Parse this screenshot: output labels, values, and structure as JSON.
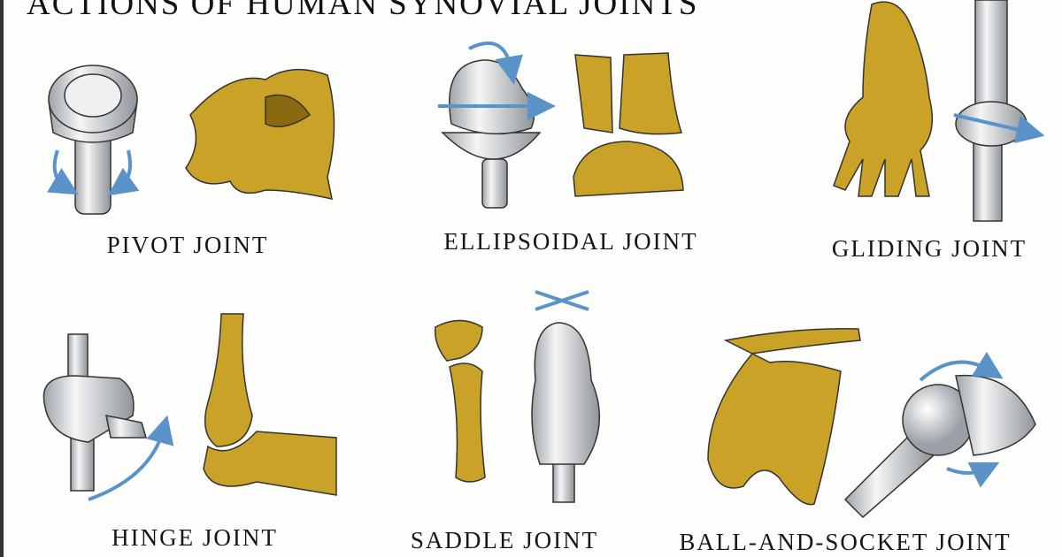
{
  "title": "ACTIONS OF HUMAN SYNOVIAL JOINTS",
  "joints": [
    {
      "label": "PIVOT JOINT"
    },
    {
      "label": "ELLIPSOIDAL JOINT"
    },
    {
      "label": "GLIDING JOINT"
    },
    {
      "label": "HINGE JOINT"
    },
    {
      "label": "SADDLE JOINT"
    },
    {
      "label": "BALL-AND-SOCKET JOINT"
    }
  ],
  "colors": {
    "bone": "#c9a227",
    "bone_shadow": "#8a6a10",
    "model": "#e4e6e8",
    "arrow": "#5b93c9"
  }
}
